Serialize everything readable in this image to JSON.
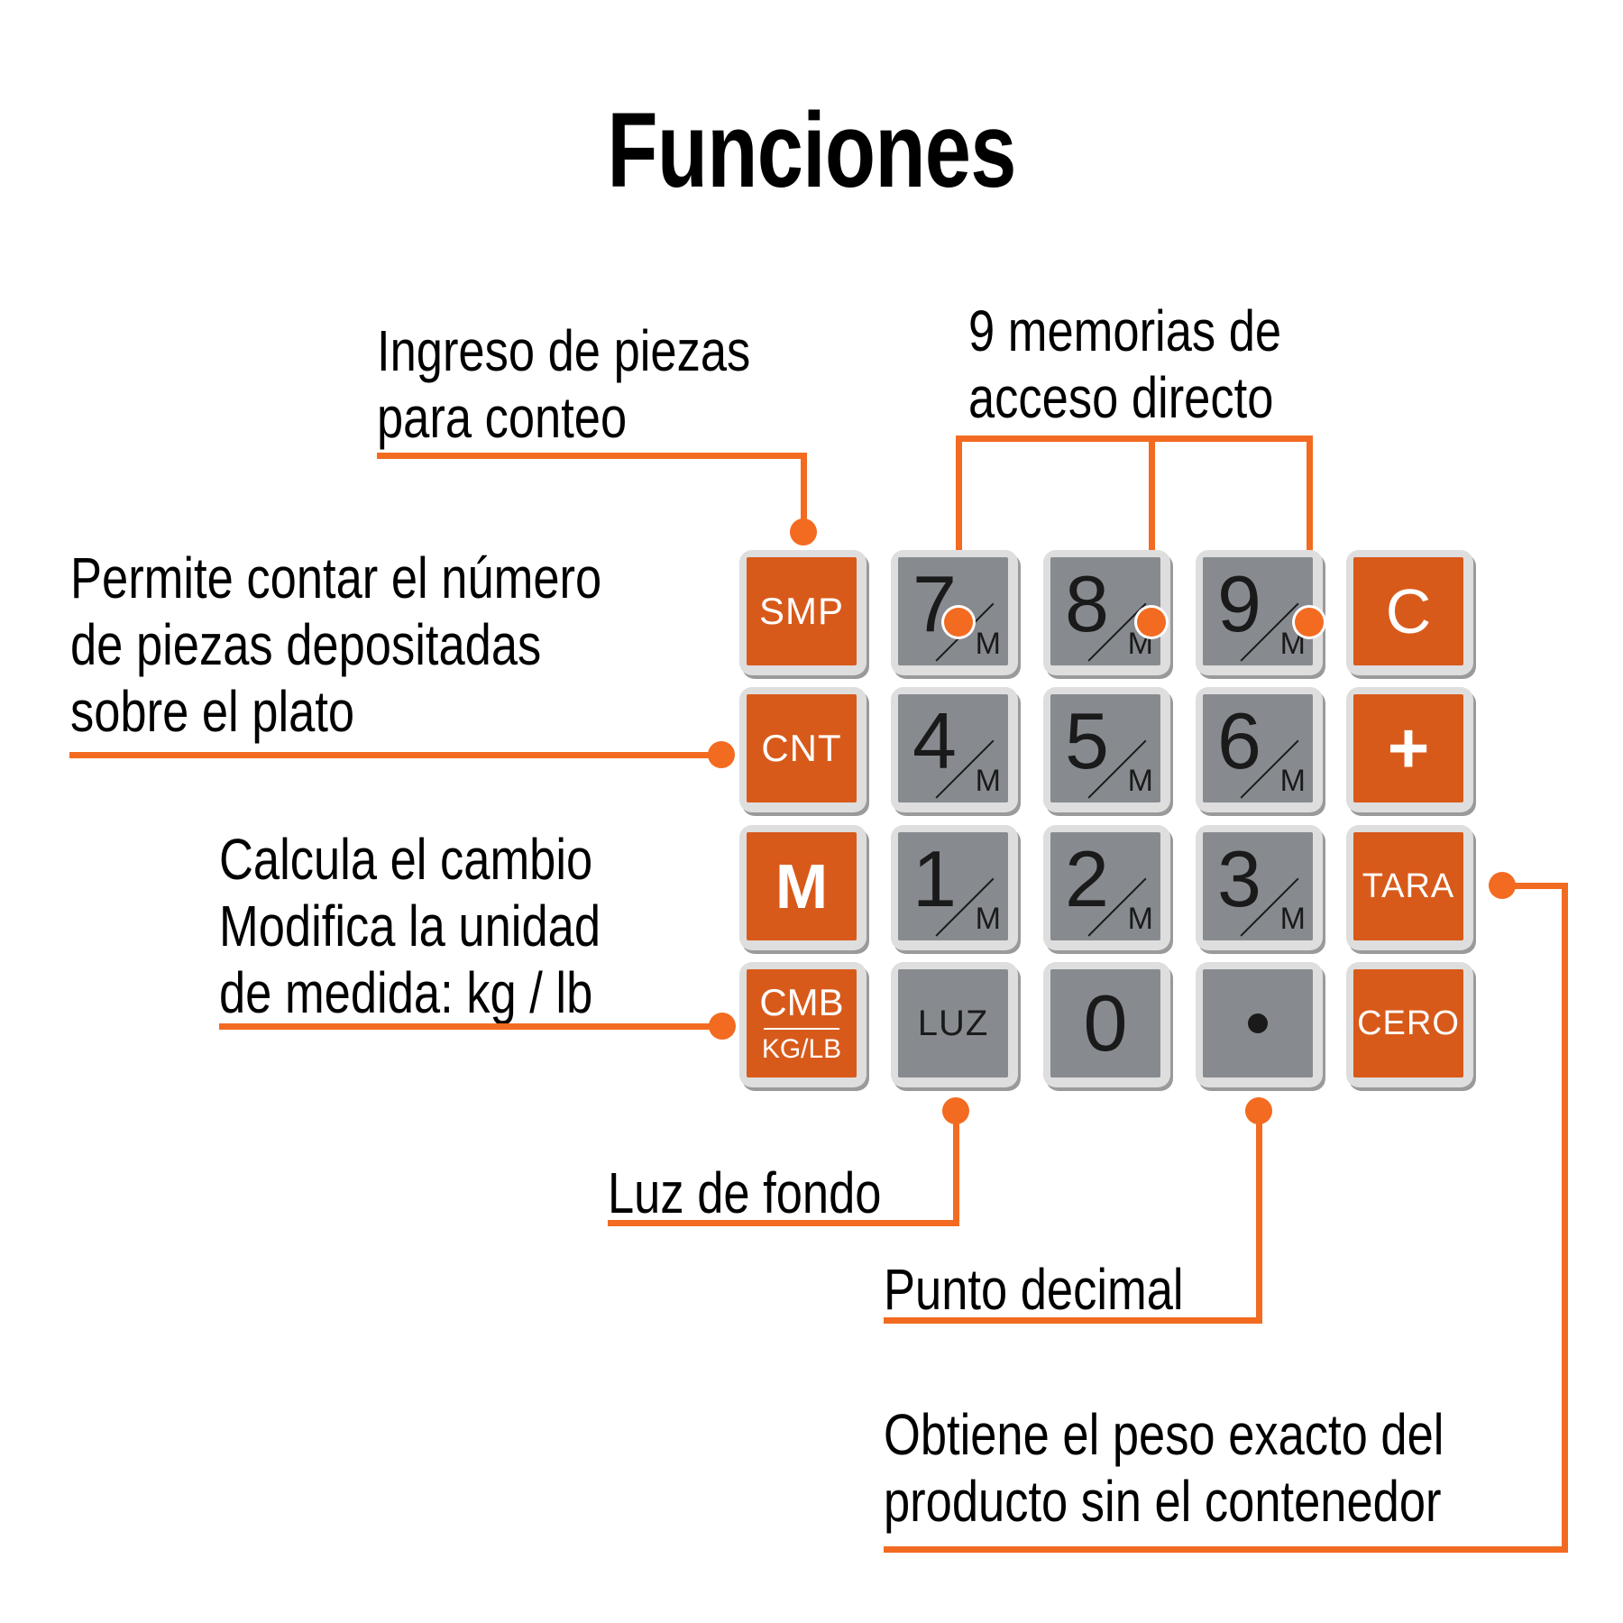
{
  "title": "Funciones",
  "colors": {
    "accent_line": "#F26B21",
    "orange_key": "#D85A1A",
    "gray_key": "#878B90",
    "key_border": "#DEDEDE",
    "text": "#000000",
    "background": "#FFFFFF"
  },
  "callouts": {
    "smp": {
      "lines": [
        "Ingreso de piezas",
        "para conteo"
      ],
      "target": "SMP"
    },
    "cnt": {
      "lines": [
        "Permite contar el número",
        "de piezas depositadas",
        "sobre el plato"
      ],
      "target": "CNT"
    },
    "cmb": {
      "lines": [
        "Calcula el cambio",
        "Modifica la unidad",
        "de medida: kg / lb"
      ],
      "target": "CMB KG/LB"
    },
    "memories": {
      "lines": [
        "9 memorias de",
        "acceso directo"
      ],
      "target": "7, 8, 9"
    },
    "luz": {
      "lines": [
        "Luz de fondo"
      ],
      "target": "LUZ"
    },
    "decimal": {
      "lines": [
        "Punto decimal"
      ],
      "target": "•"
    },
    "tara": {
      "lines": [
        "Obtiene el peso exacto del",
        "producto sin el contenedor"
      ],
      "target": "TARA"
    }
  },
  "keypad": {
    "rows": [
      [
        {
          "type": "orange",
          "label": "SMP"
        },
        {
          "type": "gray",
          "digit": "7",
          "sub": "M"
        },
        {
          "type": "gray",
          "digit": "8",
          "sub": "M"
        },
        {
          "type": "gray",
          "digit": "9",
          "sub": "M"
        },
        {
          "type": "orange",
          "label": "C"
        }
      ],
      [
        {
          "type": "orange",
          "label": "CNT"
        },
        {
          "type": "gray",
          "digit": "4",
          "sub": "M"
        },
        {
          "type": "gray",
          "digit": "5",
          "sub": "M"
        },
        {
          "type": "gray",
          "digit": "6",
          "sub": "M"
        },
        {
          "type": "orange",
          "label": "+"
        }
      ],
      [
        {
          "type": "orange",
          "label": "M"
        },
        {
          "type": "gray",
          "digit": "1",
          "sub": "M"
        },
        {
          "type": "gray",
          "digit": "2",
          "sub": "M"
        },
        {
          "type": "gray",
          "digit": "3",
          "sub": "M"
        },
        {
          "type": "orange",
          "label": "TARA"
        }
      ],
      [
        {
          "type": "orange",
          "label_top": "CMB",
          "label_bottom": "KG/LB"
        },
        {
          "type": "gray",
          "label": "LUZ"
        },
        {
          "type": "gray",
          "label": "0"
        },
        {
          "type": "gray",
          "label": "point-icon"
        },
        {
          "type": "orange",
          "label": "CERO"
        }
      ]
    ]
  }
}
